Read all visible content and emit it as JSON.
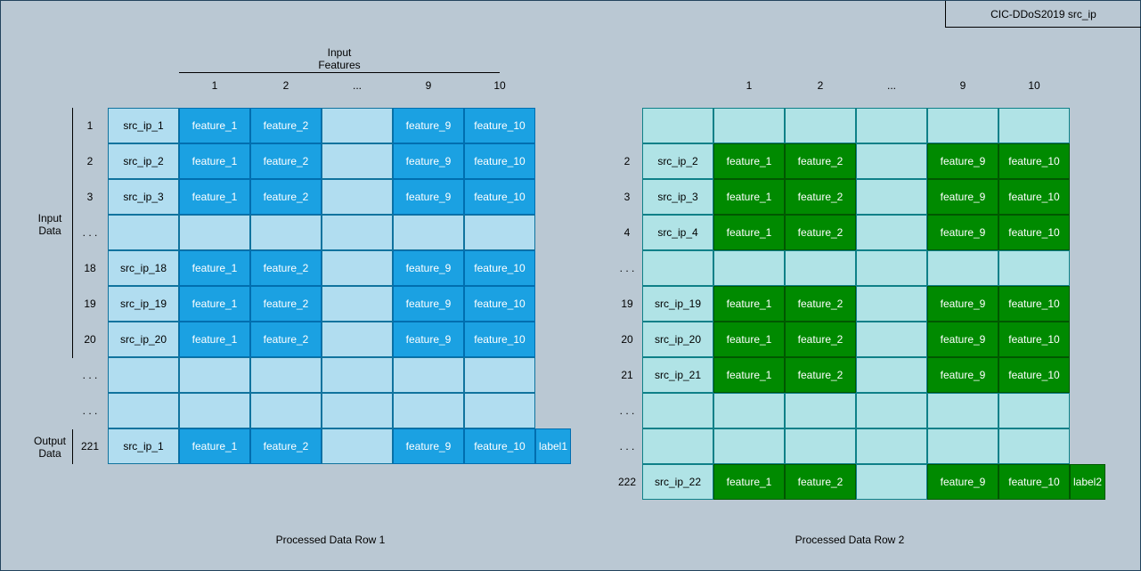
{
  "title_tag": "CIC-DDoS2019 src_ip",
  "input_features_label": "Input\nFeatures",
  "input_data_label": "Input\nData",
  "output_data_label": "Output\nData",
  "columns": [
    "1",
    "2",
    "...",
    "9",
    "10"
  ],
  "panel1": {
    "caption": "Processed Data Row 1",
    "rows": [
      {
        "idx": "1",
        "src": "src_ip_1",
        "kind": "data"
      },
      {
        "idx": "2",
        "src": "src_ip_2",
        "kind": "data"
      },
      {
        "idx": "3",
        "src": "src_ip_3",
        "kind": "data"
      },
      {
        "idx": ". . .",
        "src": "",
        "kind": "empty"
      },
      {
        "idx": "18",
        "src": "src_ip_18",
        "kind": "data"
      },
      {
        "idx": "19",
        "src": "src_ip_19",
        "kind": "data"
      },
      {
        "idx": "20",
        "src": "src_ip_20",
        "kind": "data"
      },
      {
        "idx": ". . .",
        "src": "",
        "kind": "empty"
      },
      {
        "idx": ". . .",
        "src": "",
        "kind": "empty"
      },
      {
        "idx": "221",
        "src": "src_ip_1",
        "kind": "data",
        "label": "label1"
      }
    ]
  },
  "panel2": {
    "caption": "Processed Data Row 2",
    "rows": [
      {
        "idx": "",
        "src": "",
        "kind": "empty"
      },
      {
        "idx": "2",
        "src": "src_ip_2",
        "kind": "data"
      },
      {
        "idx": "3",
        "src": "src_ip_3",
        "kind": "data"
      },
      {
        "idx": "4",
        "src": "src_ip_4",
        "kind": "data"
      },
      {
        "idx": ". . .",
        "src": "",
        "kind": "empty"
      },
      {
        "idx": "19",
        "src": "src_ip_19",
        "kind": "data"
      },
      {
        "idx": "20",
        "src": "src_ip_20",
        "kind": "data"
      },
      {
        "idx": "21",
        "src": "src_ip_21",
        "kind": "data"
      },
      {
        "idx": ". . .",
        "src": "",
        "kind": "empty"
      },
      {
        "idx": ". . .",
        "src": "",
        "kind": "empty"
      },
      {
        "idx": "222",
        "src": "src_ip_22",
        "kind": "data",
        "label": "label2"
      }
    ]
  },
  "features": [
    "feature_1",
    "feature_2",
    "",
    "feature_9",
    "feature_10"
  ],
  "colors": {
    "background": "#bac8d3",
    "panel1_light": "#b1ddf0",
    "panel1_feature": "#1ba1e2",
    "panel2_light": "#b0e3e6",
    "panel2_feature": "#008a00"
  }
}
